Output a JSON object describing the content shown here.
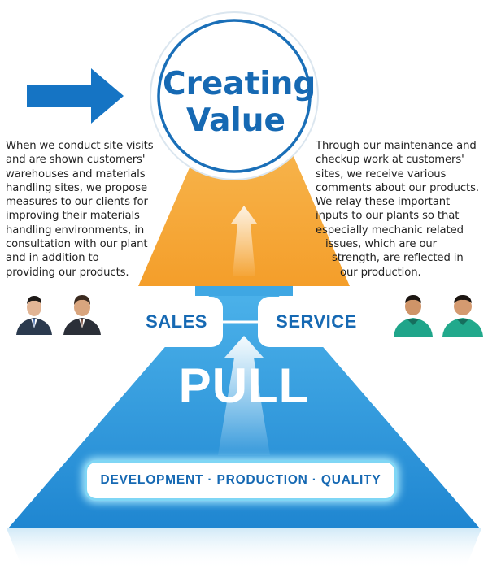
{
  "header": {
    "line1": "Creating",
    "line2": "Value"
  },
  "left_text": [
    "When we conduct site visits",
    "and are shown customers'",
    "warehouses and materials",
    "handling sites, we propose",
    "measures to our clients for",
    "improving their materials",
    "handling environments, in",
    "consultation with our plant",
    "and in addition to",
    "providing our products."
  ],
  "right_text": [
    "Through our maintenance and",
    "checkup work at customers'",
    "sites, we receive various",
    "comments about our products.",
    "We relay these important",
    "inputs to our plants so that",
    "especially mechanic related",
    "issues,  which are our",
    "strength, are reflected in",
    "our production."
  ],
  "labels": {
    "sales": "SALES",
    "service": "SERVICE",
    "pull": "PULL",
    "dpq": "DEVELOPMENT · PRODUCTION · QUALITY"
  },
  "colors": {
    "blue_dark": "#1669b3",
    "blue_light": "#3fa7e3",
    "orange": "#f6a93b",
    "arrow_blue": "#1574c4"
  }
}
